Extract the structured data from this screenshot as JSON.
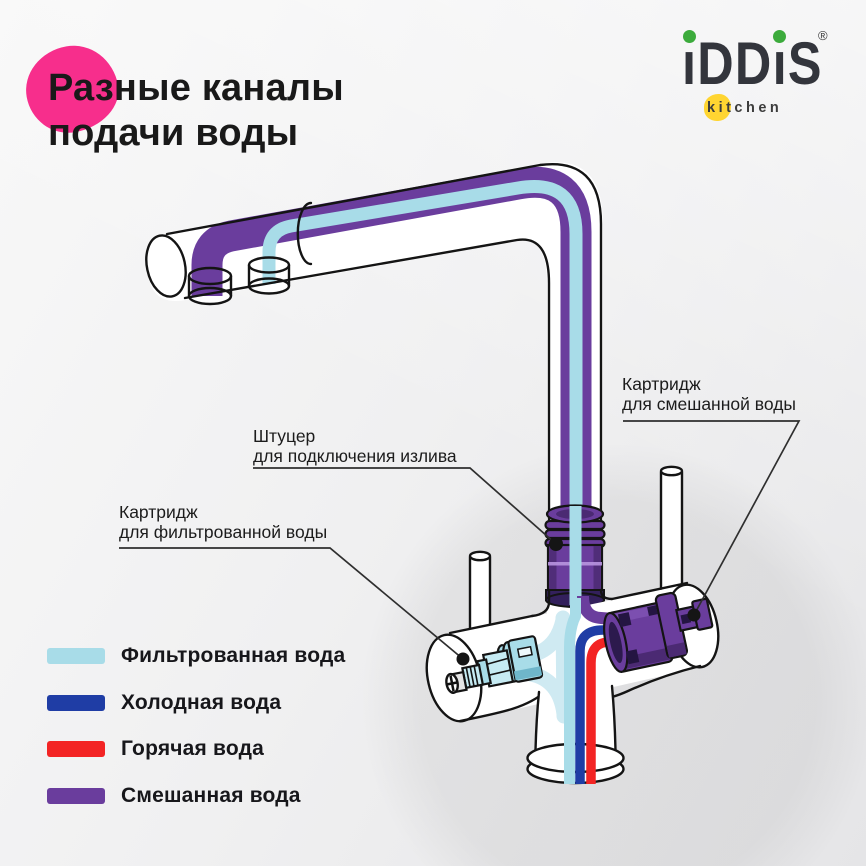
{
  "colors": {
    "filtered": "#a8dce8",
    "cold": "#1f3da5",
    "hot": "#f32424",
    "mixed": "#6a3d9d",
    "mixed_dark": "#4b2a73",
    "pale": "#cfeaf2",
    "pink": "#f72e8c",
    "green": "#3cab3c",
    "yellow": "#ffd531"
  },
  "header": {
    "title_line1": "Разные каналы",
    "title_line2": "подачи воды"
  },
  "logo": {
    "brand": "IDDIS",
    "letters": {
      "i1": "ı",
      "dd": "DD",
      "i2": "ı",
      "s": "S"
    },
    "registered": "®",
    "sub_brand": "kitchen"
  },
  "callouts": {
    "mixed_cartridge": {
      "line1": "Картридж",
      "line2": "для смешанной воды"
    },
    "spout_fitting": {
      "line1": "Штуцер",
      "line2": "для подключения излива"
    },
    "filtered_cartridge": {
      "line1": "Картридж",
      "line2": "для фильтрованной воды"
    }
  },
  "legend": {
    "items": [
      {
        "label": "Фильтрованная вода",
        "color": "#a8dce8"
      },
      {
        "label": "Холодная вода",
        "color": "#1f3da5"
      },
      {
        "label": "Горячая вода",
        "color": "#f32424"
      },
      {
        "label": "Смешанная вода",
        "color": "#6a3d9d"
      }
    ]
  }
}
